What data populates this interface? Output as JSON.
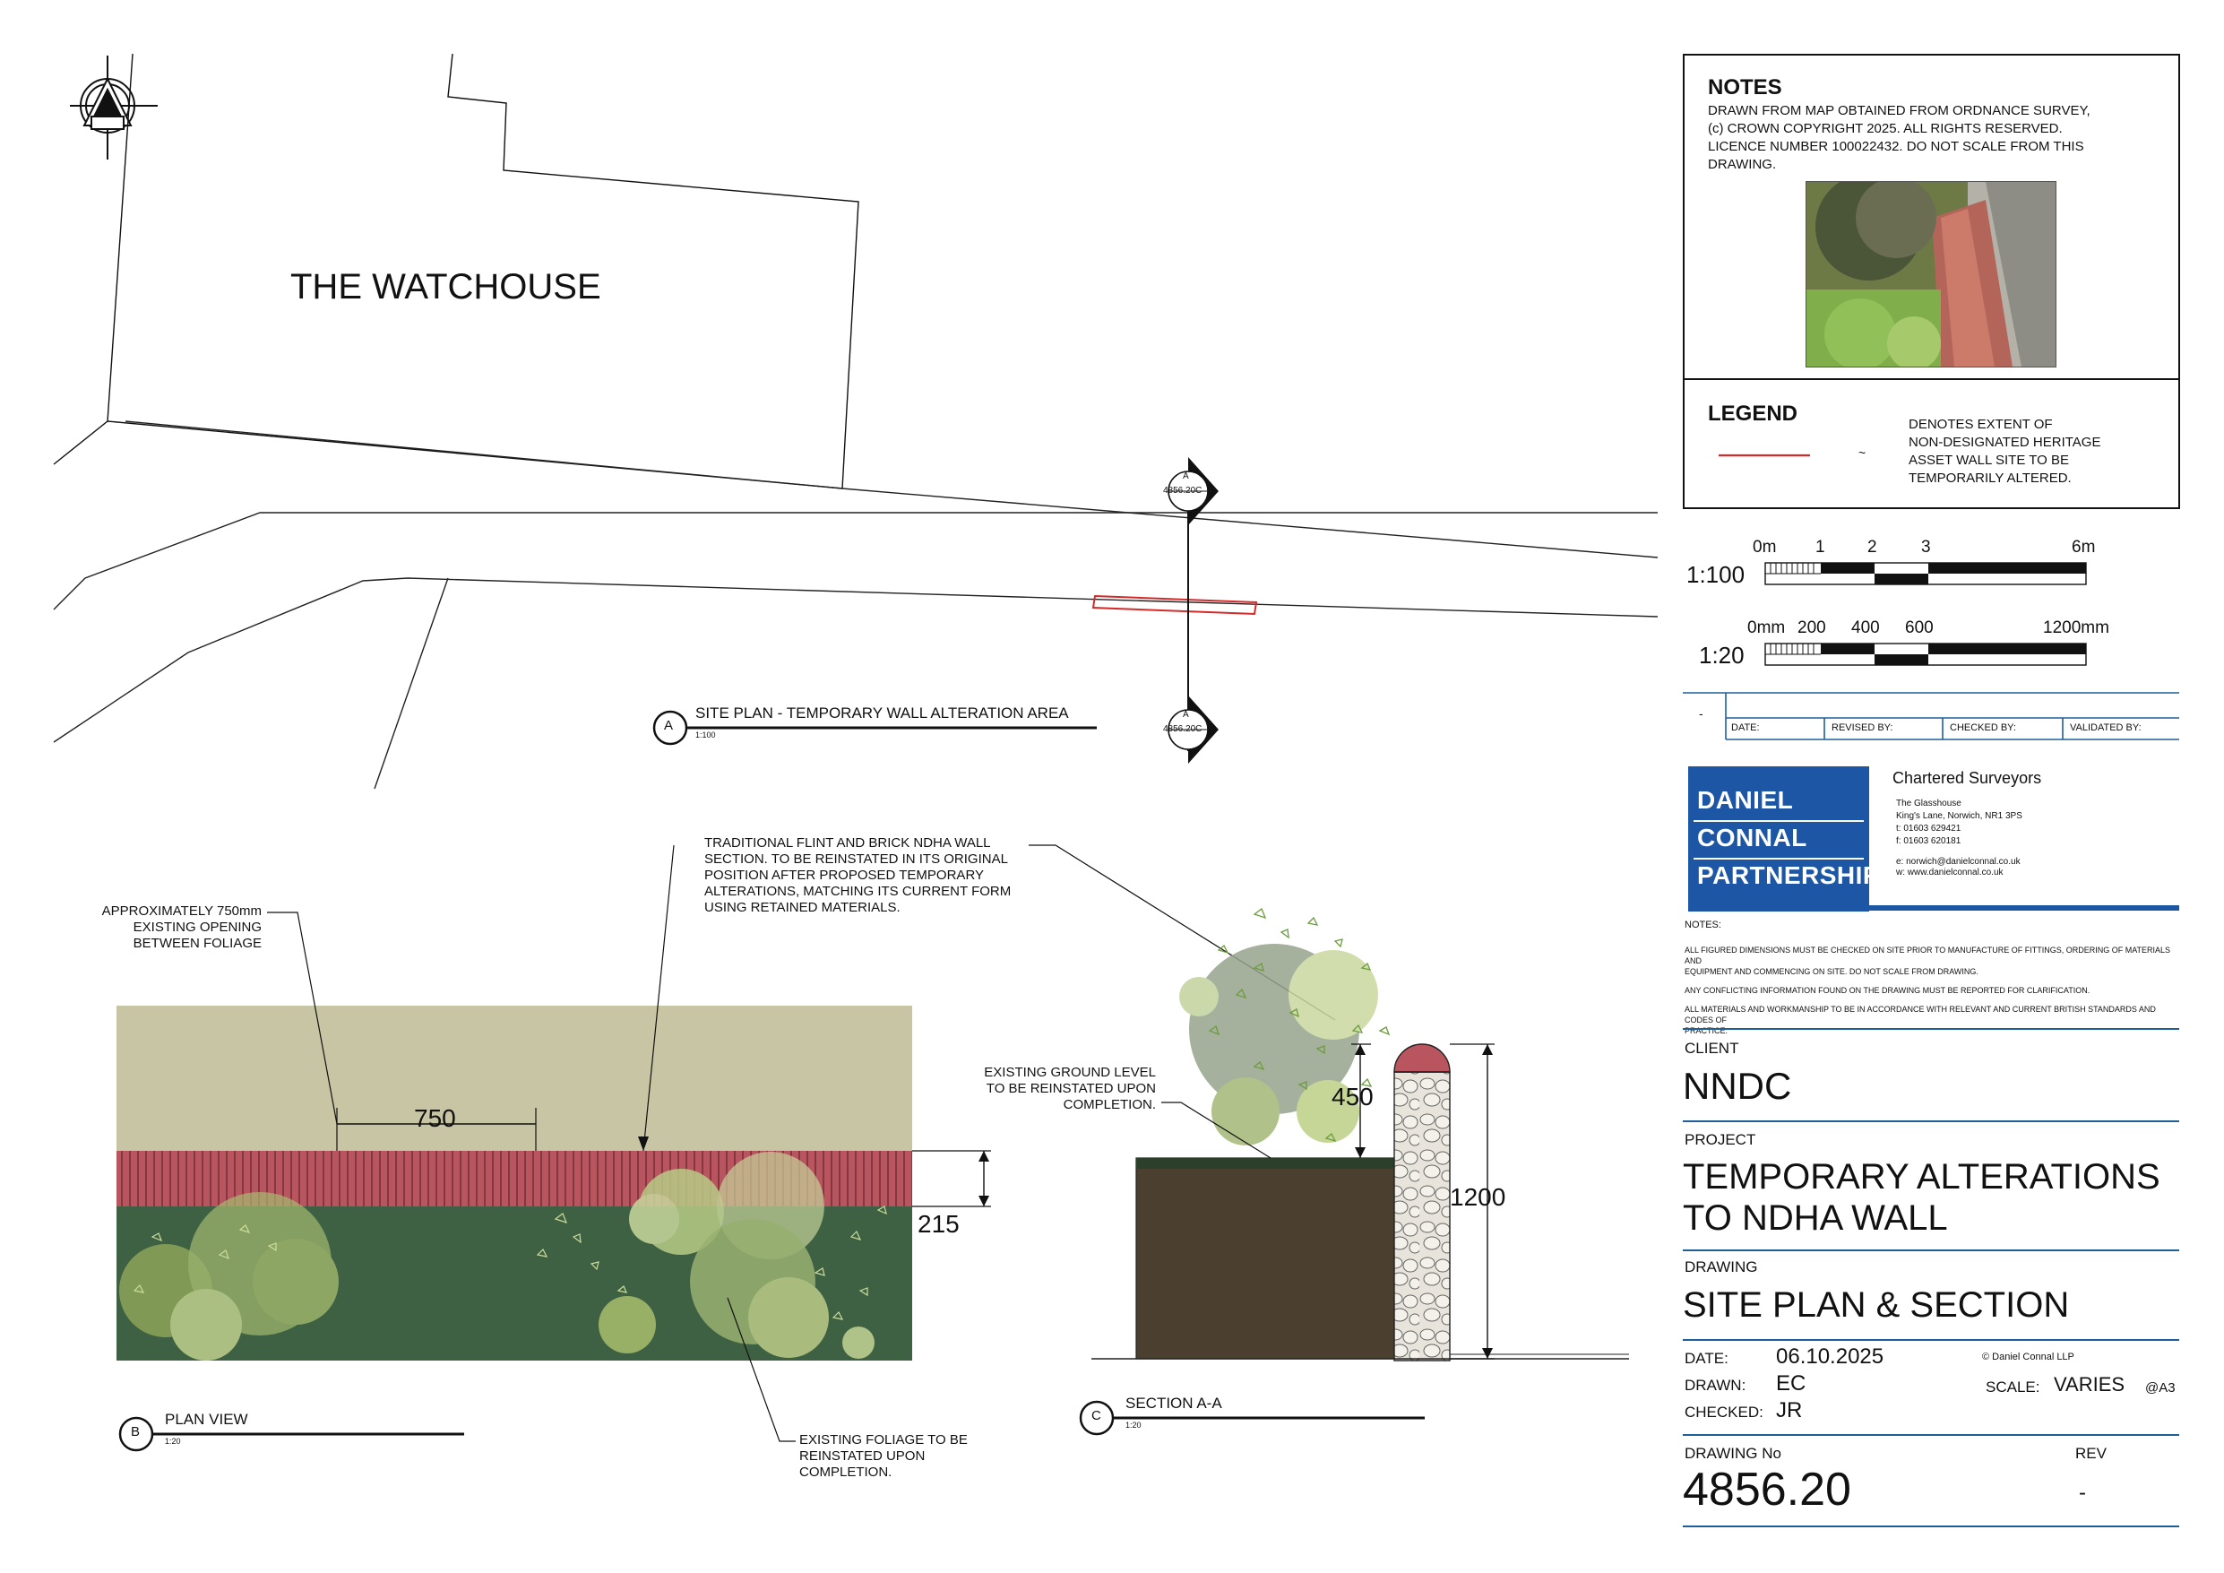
{
  "site_plan": {
    "building_label": "THE WATCHOUSE",
    "title": "SITE PLAN - TEMPORARY WALL ALTERATION AREA",
    "title_letter": "A",
    "scale": "1:100",
    "section_marker_letter": "A",
    "section_marker_ref": "4856.20C"
  },
  "plan_view": {
    "title": "PLAN VIEW",
    "title_letter": "B",
    "scale": "1:20",
    "dim_opening": "750",
    "dim_wall": "215",
    "note_opening": [
      "APPROXIMATELY 750mm",
      "EXISTING OPENING",
      "BETWEEN  FOLIAGE"
    ],
    "note_wall": [
      "TRADITIONAL  FLINT AND BRICK NDHA WALL",
      "SECTION. TO BE REINSTATED IN ITS ORIGINAL",
      "POSITION AFTER PROPOSED TEMPORARY",
      "ALTERATIONS, MATCHING ITS CURRENT FORM",
      "USING RETAINED MATERIALS."
    ],
    "note_foliage": [
      "EXISTING FOLIAGE TO BE",
      "REINSTATED UPON",
      "COMPLETION."
    ]
  },
  "section_view": {
    "title": "SECTION A-A",
    "title_letter": "C",
    "scale": "1:20",
    "dim_450": "450",
    "dim_1200": "1200",
    "note_ground": [
      "EXISTING GROUND LEVEL",
      "TO BE REINSTATED UPON",
      "COMPLETION."
    ]
  },
  "notes_panel": {
    "heading": "NOTES",
    "text": [
      "DRAWN FROM MAP OBTAINED FROM ORDNANCE SURVEY,",
      "(c) CROWN COPYRIGHT 2025. ALL RIGHTS RESERVED.",
      "LICENCE NUMBER 100022432. DO NOT SCALE FROM THIS",
      "DRAWING."
    ]
  },
  "legend": {
    "heading": "LEGEND",
    "tilde": "~",
    "text": [
      "DENOTES EXTENT OF",
      "NON-DESIGNATED HERITAGE",
      "ASSET WALL SITE TO BE",
      "TEMPORARILY ALTERED."
    ],
    "line_color": "#d42a2a"
  },
  "scale_bars": [
    {
      "ratio": "1:100",
      "ticks": [
        "0m",
        "1",
        "2",
        "3",
        "6m"
      ]
    },
    {
      "ratio": "1:20",
      "ticks": [
        "0mm",
        "200",
        "400",
        "600",
        "1200mm"
      ]
    }
  ],
  "revision_table": {
    "dash": "-",
    "headers": [
      "DATE:",
      "REVISED BY:",
      "CHECKED BY:",
      "VALIDATED BY:"
    ]
  },
  "company": {
    "logo_lines": [
      "DANIEL",
      "CONNAL",
      "PARTNERSHIP"
    ],
    "tagline": "Chartered Surveyors",
    "address": [
      "The Glasshouse",
      "King's Lane, Norwich, NR1 3PS",
      "t: 01603 629421",
      "f: 01603 620181"
    ],
    "contact": [
      "e: norwich@danielconnal.co.uk",
      "w: www.danielconnal.co.uk"
    ],
    "brand_color": "#1c56a4"
  },
  "general_notes": {
    "heading": "NOTES:",
    "lines": [
      "ALL FIGURED DIMENSIONS MUST BE CHECKED ON SITE PRIOR TO MANUFACTURE OF FITTINGS, ORDERING OF MATERIALS AND",
      "EQUIPMENT AND COMMENCING ON SITE. DO NOT SCALE FROM DRAWING.",
      "ANY CONFLICTING INFORMATION FOUND ON THE DRAWING MUST BE REPORTED FOR CLARIFICATION.",
      "ALL MATERIALS AND WORKMANSHIP TO BE IN ACCORDANCE WITH RELEVANT AND CURRENT BRITISH STANDARDS AND CODES OF",
      "PRACTICE."
    ]
  },
  "title_block": {
    "client_label": "CLIENT",
    "client": "NNDC",
    "project_label": "PROJECT",
    "project_lines": [
      "TEMPORARY ALTERATIONS",
      "TO NDHA WALL"
    ],
    "drawing_label": "DRAWING",
    "drawing": "SITE PLAN & SECTION",
    "date_label": "DATE:",
    "date": "06.10.2025",
    "drawn_label": "DRAWN:",
    "drawn": "EC",
    "checked_label": "CHECKED:",
    "checked": "JR",
    "copyright": "© Daniel Connal LLP",
    "scale_label": "SCALE:",
    "scale": "VARIES",
    "sheet": "@A3",
    "drawing_no_label": "DRAWING No",
    "drawing_no": "4856.20",
    "rev_label": "REV",
    "rev": "-"
  },
  "north_arrow_icon": "north-arrow-icon"
}
